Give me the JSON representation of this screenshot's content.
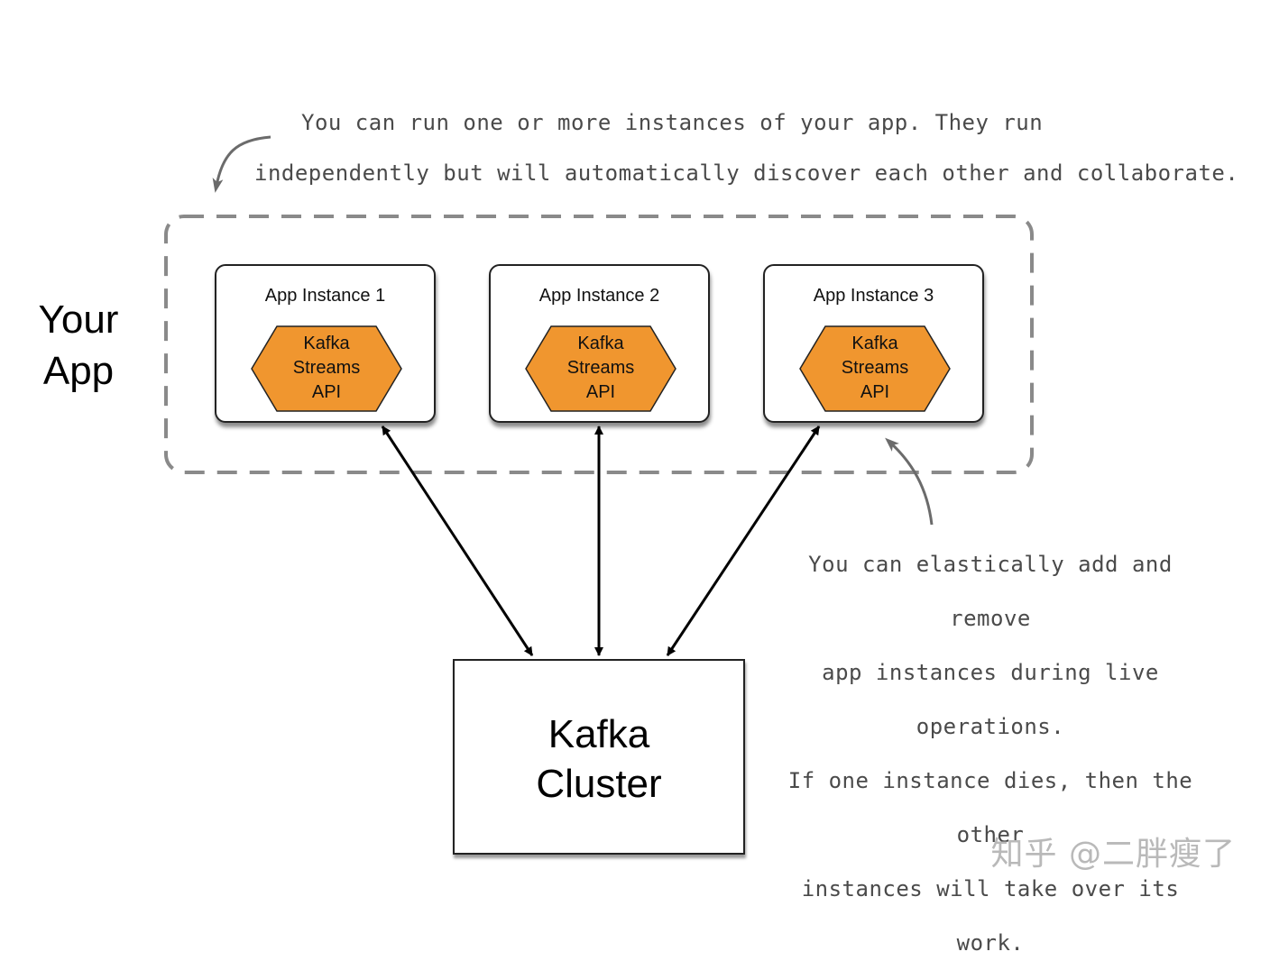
{
  "notes": {
    "top": [
      "You can run one or more instances of your app.  They run",
      "independently but will automatically discover each other and collaborate."
    ],
    "right": [
      "You can elastically add and remove",
      "app instances during live operations.",
      "If one instance dies, then the other",
      "instances will take over its work."
    ]
  },
  "your_app": [
    "Your",
    "App"
  ],
  "instances": [
    {
      "title": "App Instance 1",
      "api": [
        "Kafka",
        "Streams",
        "API"
      ]
    },
    {
      "title": "App Instance 2",
      "api": [
        "Kafka",
        "Streams",
        "API"
      ]
    },
    {
      "title": "App Instance 3",
      "api": [
        "Kafka",
        "Streams",
        "API"
      ]
    }
  ],
  "cluster": [
    "Kafka",
    "Cluster"
  ],
  "watermark": "知乎 @二胖瘦了",
  "colors": {
    "hexagon_fill": "#f0962f",
    "dashed_border": "#8a8a8a",
    "note_text": "#4a4a4a"
  }
}
